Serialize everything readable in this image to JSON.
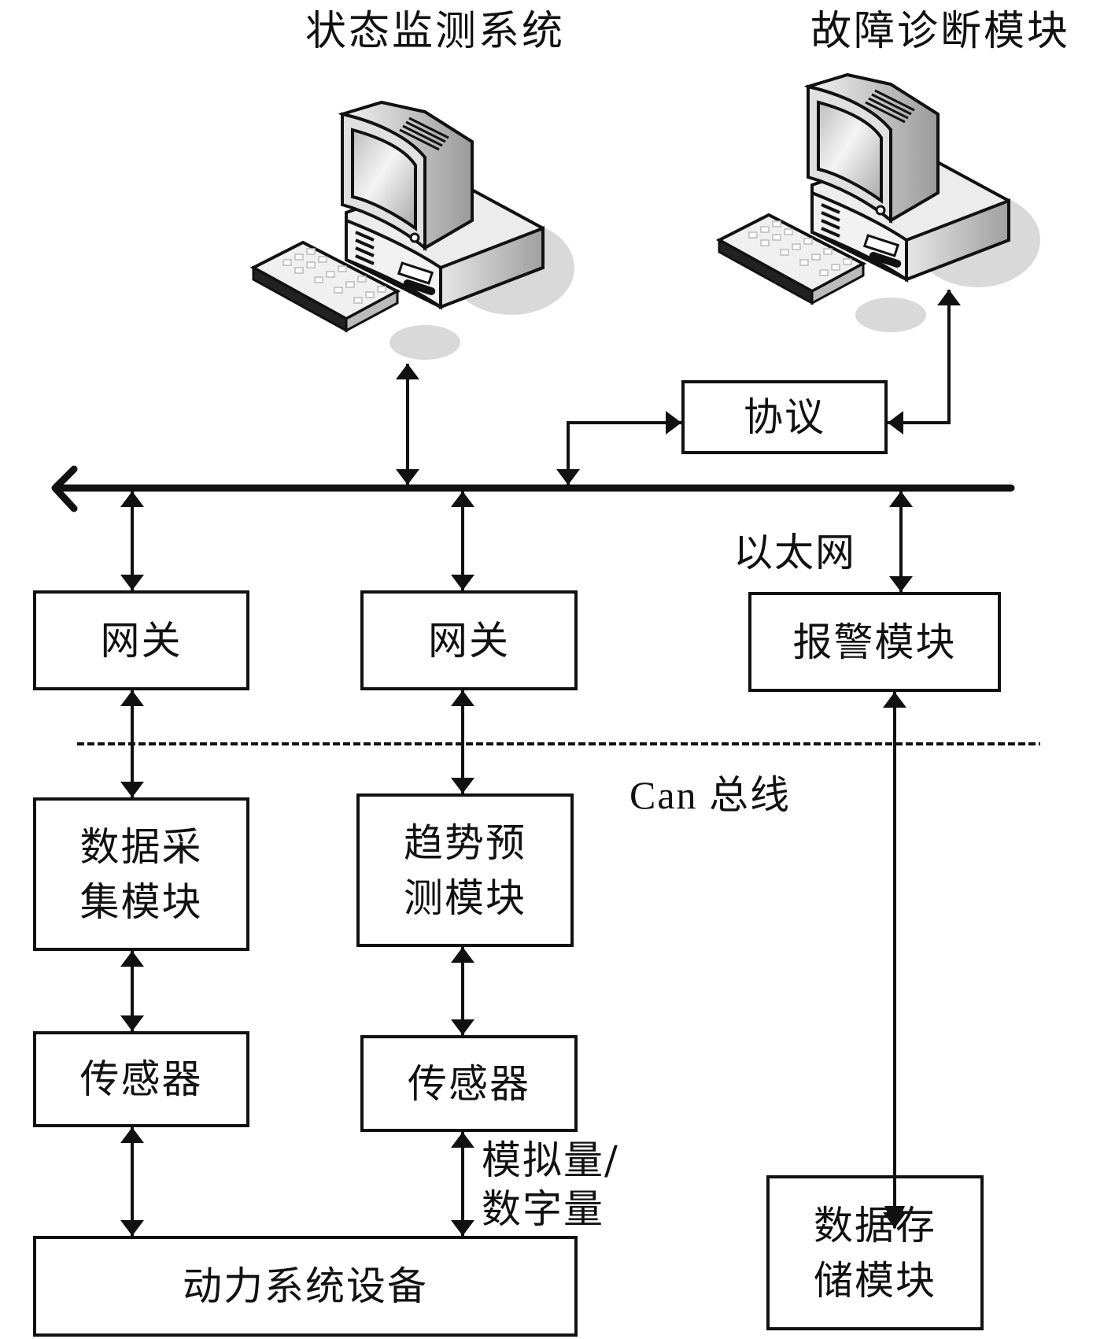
{
  "titles": {
    "monitoring_system": "状态监测系统",
    "fault_diagnosis": "故障诊断模块"
  },
  "bus_labels": {
    "ethernet": "以太网",
    "can_bus": "Can 总线"
  },
  "boxes": {
    "protocol": "协议",
    "gateway_1": "网关",
    "gateway_2": "网关",
    "alarm_module": "报警模块",
    "data_acquisition": [
      "数据采",
      "集模块"
    ],
    "trend_prediction": [
      "趋势预",
      "测模块"
    ],
    "sensor_1": "传感器",
    "sensor_2": "传感器",
    "power_equipment": "动力系统设备",
    "data_storage": [
      "数据存",
      "储模块"
    ]
  },
  "signal_label": [
    "模拟量/",
    "数字量"
  ],
  "icons": {
    "monitoring_computer": "desktop-computer-icon",
    "diagnosis_computer": "desktop-computer-icon"
  },
  "colors": {
    "line": "#111111",
    "background": "#ffffff",
    "shadow": "#d9d9d9"
  }
}
